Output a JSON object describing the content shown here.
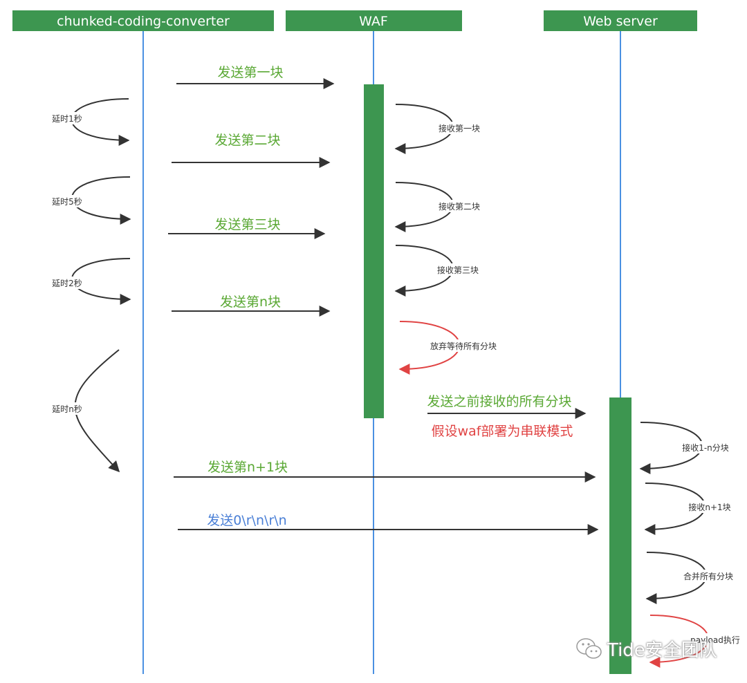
{
  "colors": {
    "header_green": "#3d9650",
    "activation_green": "#3d9650",
    "lifeline_blue": "#4a90e2",
    "arrow_dark": "#333333",
    "text_green": "#5aa834",
    "text_red": "#e04343",
    "text_blue": "#4a7fd6",
    "text_dark": "#333333"
  },
  "participants": [
    {
      "id": "client",
      "label": "chunked-coding-converter"
    },
    {
      "id": "waf",
      "label": "WAF"
    },
    {
      "id": "server",
      "label": "Web server"
    }
  ],
  "messages": [
    {
      "id": "send-1",
      "label": "发送第一块",
      "color": "text_green"
    },
    {
      "id": "send-2",
      "label": "发送第二块",
      "color": "text_green"
    },
    {
      "id": "send-3",
      "label": "发送第三块",
      "color": "text_green"
    },
    {
      "id": "send-n",
      "label": "发送第n块",
      "color": "text_green"
    },
    {
      "id": "forward-all",
      "label": "发送之前接收的所有分块",
      "color": "text_green"
    },
    {
      "id": "send-n1",
      "label": "发送第n+1块",
      "color": "text_green"
    },
    {
      "id": "send-end",
      "label": "发送0\\r\\n\\r\\n",
      "color": "text_blue"
    }
  ],
  "delays": [
    "延时1秒",
    "延时5秒",
    "延时2秒",
    "延时n秒"
  ],
  "waf_notes": [
    "接收第一块",
    "接收第二块",
    "接收第三块",
    "放弃等待所有分块"
  ],
  "server_notes": [
    "接收1-n分块",
    "接收n+1块",
    "合并所有分块",
    "payload执行"
  ],
  "assumption": "假设waf部署为串联模式",
  "watermark": {
    "text": "Tide安全团队",
    "icon": "wechat-icon"
  }
}
